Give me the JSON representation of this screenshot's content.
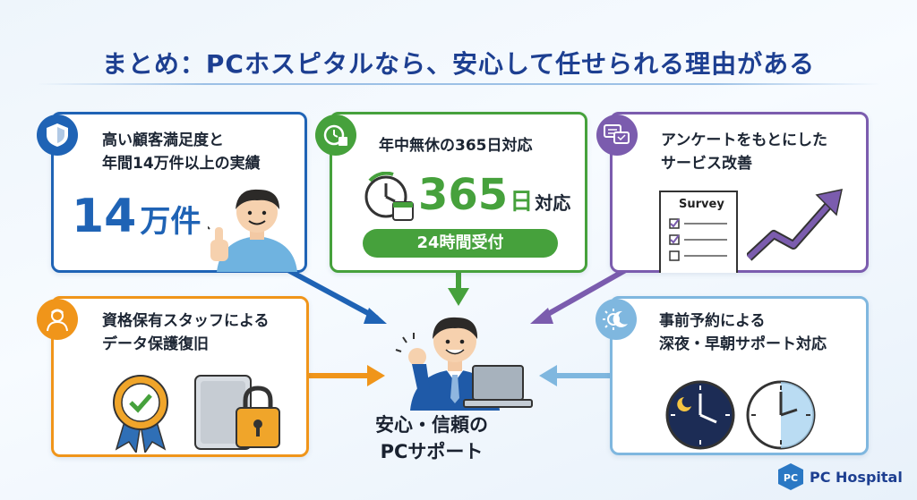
{
  "title": "まとめ：PCホスピタルなら、安心して任せられる理由がある",
  "colors": {
    "blue": "#1f63b5",
    "green": "#46a13c",
    "purple": "#7b5cae",
    "orange": "#f0951a",
    "lightblue": "#7fb7df",
    "navy": "#1d3f91"
  },
  "cards": {
    "satisfaction": {
      "line1": "高い顧客満足度と",
      "line2": "年間14万件以上の実績",
      "big_number": "14",
      "big_unit": "万件"
    },
    "allyear": {
      "heading": "年中無休の365日対応",
      "big_number": "365",
      "unit_day": "日",
      "unit_suffix": "対応",
      "pill": "24時間受付"
    },
    "survey": {
      "line1": "アンケートをもとにした",
      "line2": "サービス改善",
      "sheet_label": "Survey"
    },
    "data": {
      "line1": "資格保有スタッフによる",
      "line2": "データ保護復旧"
    },
    "reservation": {
      "line1": "事前予約による",
      "line2": "深夜・早朝サポート対応"
    }
  },
  "center": {
    "line1": "安心・信頼の",
    "line2": "PCサポート"
  },
  "logo": {
    "text": "PC Hospital",
    "mark": "PC"
  }
}
